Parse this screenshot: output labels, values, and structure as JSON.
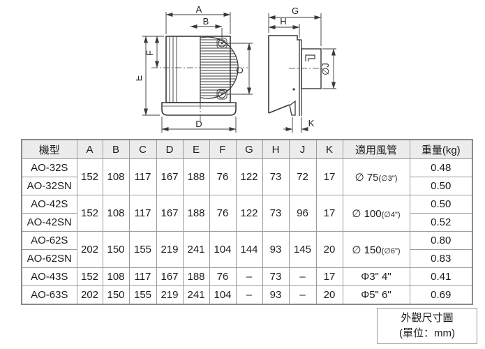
{
  "front_view": {
    "labels": {
      "a": "A",
      "b": "B",
      "c": "C",
      "d": "D",
      "e": "E",
      "f": "F"
    }
  },
  "side_view": {
    "labels": {
      "g": "G",
      "h": "H",
      "j": "∅J",
      "k": "K"
    }
  },
  "table": {
    "headers": [
      "機型",
      "A",
      "B",
      "C",
      "D",
      "E",
      "F",
      "G",
      "H",
      "J",
      "K",
      "適用風管",
      "重量(kg)"
    ],
    "rows": [
      {
        "model": "AO-32S",
        "a": "152",
        "b": "108",
        "c": "117",
        "d": "167",
        "e": "188",
        "f": "76",
        "g": "122",
        "h": "73",
        "j": "72",
        "k": "17",
        "duct": "∅ 75",
        "duct_sub": "(∅3\")",
        "weight": "0.48"
      },
      {
        "model": "AO-32SN",
        "weight": "0.50"
      },
      {
        "model": "AO-42S",
        "a": "152",
        "b": "108",
        "c": "117",
        "d": "167",
        "e": "188",
        "f": "76",
        "g": "122",
        "h": "73",
        "j": "96",
        "k": "17",
        "duct": "∅ 100",
        "duct_sub": "(∅4\")",
        "weight": "0.50"
      },
      {
        "model": "AO-42SN",
        "weight": "0.52"
      },
      {
        "model": "AO-62S",
        "a": "202",
        "b": "150",
        "c": "155",
        "d": "219",
        "e": "241",
        "f": "104",
        "g": "144",
        "h": "93",
        "j": "145",
        "k": "20",
        "duct": "∅ 150",
        "duct_sub": "(∅6\")",
        "weight": "0.80"
      },
      {
        "model": "AO-62SN",
        "weight": "0.83"
      },
      {
        "model": "AO-43S",
        "a": "152",
        "b": "108",
        "c": "117",
        "d": "167",
        "e": "188",
        "f": "76",
        "g": "–",
        "h": "73",
        "j": "–",
        "k": "17",
        "duct": "Φ3\" 4\"",
        "weight": "0.41"
      },
      {
        "model": "AO-63S",
        "a": "202",
        "b": "150",
        "c": "155",
        "d": "219",
        "e": "241",
        "f": "104",
        "g": "–",
        "h": "93",
        "j": "–",
        "k": "20",
        "duct": "Φ5\" 6\"",
        "weight": "0.69"
      }
    ]
  },
  "note": {
    "line1": "外觀尺寸圖",
    "line2": "(單位：mm)"
  }
}
